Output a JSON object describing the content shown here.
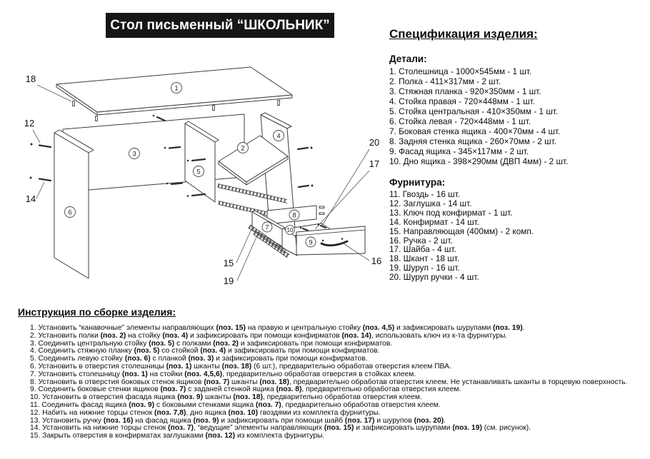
{
  "title": "Стол письменный “ШКОЛЬНИК”",
  "spec": {
    "heading": "Спецификация изделия:",
    "details_heading": "Детали:",
    "details": [
      "1. Столешница - 1000×545мм - 1 шт.",
      "2. Полка - 411×317мм - 2 шт.",
      "3. Стяжная планка - 920×350мм - 1 шт.",
      "4. Стойка правая - 720×448мм - 1 шт.",
      "5. Стойка центральная - 410×350мм - 1 шт.",
      "6. Стойка левая - 720×448мм - 1 шт.",
      "7. Боковая стенка ящика - 400×70мм - 4 шт.",
      "8. Задняя стенка ящика - 260×70мм - 2 шт.",
      "9. Фасад ящика - 345×117мм - 2 шт.",
      "10. Дно ящика - 398×290мм (ДВП 4мм) - 2 шт."
    ],
    "hardware_heading": "Фурнитура:",
    "hardware": [
      "11. Гвоздь - 16 шт.",
      "12. Заглушка - 14 шт.",
      "13. Ключ под конфирмат - 1 шт.",
      "14. Конфирмат - 14 шт.",
      "15. Направляющая (400мм) - 2 комп.",
      "16. Ручка - 2 шт.",
      "17. Шайба - 4 шт.",
      "18. Шкант - 18 шт.",
      "19. Шуруп - 16 шт.",
      "20. Шуруп ручки - 4 шт."
    ]
  },
  "instructions": {
    "heading": "Инструкция по сборке изделия:",
    "steps": [
      "1. Установить “канавочные” элементы направляющих (поз. 15) на правую и центральную стойку (поз. 4,5) и зафиксировать шурупами (поз. 19).",
      "2. Установить полки (поз. 2) на стойку (поз. 4) и зафиксировать при помощи конфирматов (поз. 14), использовать ключ из к-та фурнитуры.",
      "3. Соединить центральную стойку (поз. 5) с полками (поз. 2) и зафиксировать при помощи конфирматов.",
      "4. Соединить стяжную планку (поз. 5) со стойкой (поз. 4) и зафиксировать при помощи конфирматов.",
      "5. Соединить левую стойку (поз. 6) с планкой (поз. 3) и зафиксировать при помощи конфирматов.",
      "6. Установить в отверстия столешницы (поз. 1) шканты (поз. 18) (6 шт.), предварительно обработав отверстия клеем ПВА.",
      "7. Установить столешницу (поз. 1) на стойки (поз. 4,5,6), предварительно обработав отверстия в стойках клеем.",
      "8. Установить в отверстия боковых стенок ящиков (поз. 7) шканты (поз. 18), предварительно обработав отверстия клеем. Не устанавливать шканты в торцевую поверхность.",
      "9. Соединить боковые стенки ящиков (поз. 7) с заданей стенкой ящика (поз. 8), предварительно обработав отверстия клеем.",
      "10. Установить в отверстия фасада ящика (поз. 9) шканты (поз. 18), предварительно обработав отверстия клеем.",
      "11. Соединить фасад ящика (поз. 9) с боковыми стенками ящика (поз. 7), предварительно обработав отверстия клеем.",
      "12. Набить на нижние торцы стенок (поз. 7,8), дно ящика (поз. 10) гвоздями из комплекта фурнитуры.",
      "13. Установить ручку (поз. 16) на фасад ящика (поз. 9) и зафиксировать при помощи шайб (поз. 17) и шурупов (поз. 20).",
      "14. Установить на нижние торцы стенок (поз. 7), “ведущие” элементы направляющих (поз. 15) и зафиксировать шурупами (поз. 19) (см. рисунок).",
      "15. Закрыть отверстия в конфирматах заглушками (поз. 12) из комплекта фурнитуры."
    ]
  },
  "diagram": {
    "callouts": {
      "1": "1",
      "2": "2",
      "3": "3",
      "4": "4",
      "5": "5",
      "6": "6",
      "7": "7",
      "8": "8",
      "9": "9",
      "10": "10",
      "12": "12",
      "14": "14",
      "15": "15",
      "16": "16",
      "17": "17",
      "18": "18",
      "19": "19",
      "20": "20"
    }
  }
}
